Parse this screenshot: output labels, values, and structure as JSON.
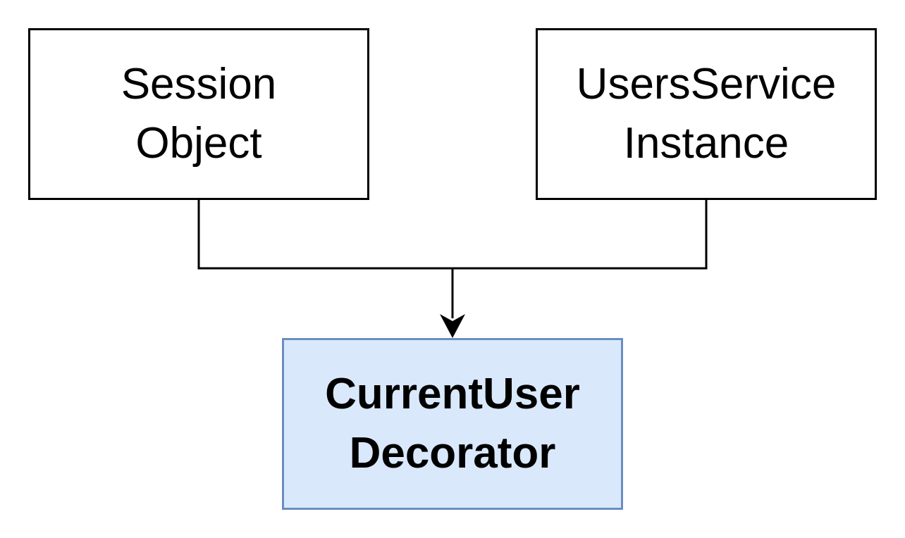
{
  "diagram": {
    "nodes": [
      {
        "id": "session",
        "lines": [
          "Session",
          "Object"
        ]
      },
      {
        "id": "users",
        "lines": [
          "UsersService",
          "Instance"
        ]
      },
      {
        "id": "current",
        "lines": [
          "CurrentUser",
          "Decorator"
        ]
      }
    ],
    "edges": [
      {
        "from": "session",
        "to": "current"
      },
      {
        "from": "users",
        "to": "current"
      }
    ]
  },
  "colors": {
    "plain_border": "#000000",
    "plain_fill": "#ffffff",
    "highlight_border": "#6c8ebf",
    "highlight_fill": "#dae8fc",
    "connector": "#000000"
  }
}
